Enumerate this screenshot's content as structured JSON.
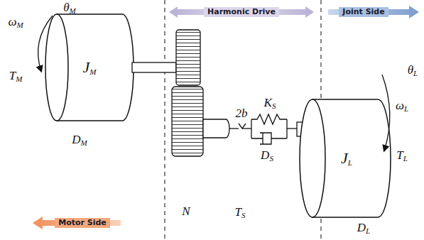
{
  "diagram": {
    "nodes": [
      {
        "text": [
          "JM"
        ]
      },
      {
        "text": [
          "JL"
        ]
      }
    ],
    "labels": [
      "Harmonic Drive",
      "Joint Side",
      "θM",
      "ωM",
      "TM",
      "DM",
      "2b",
      "KS",
      "DS",
      "TS",
      "N",
      "θL",
      "ωL",
      "TL",
      "DL",
      "Motor Side"
    ]
  }
}
